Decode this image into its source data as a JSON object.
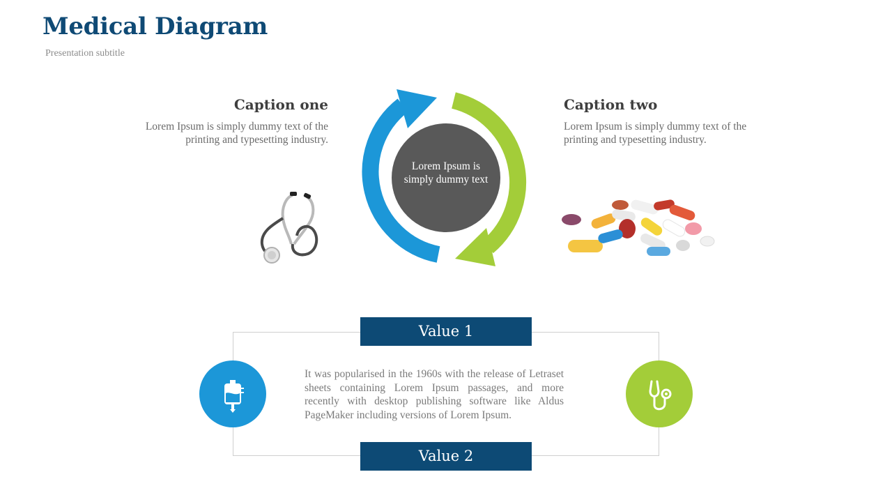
{
  "header": {
    "title": "Medical Diagram",
    "subtitle": "Presentation subtitle"
  },
  "diagram": {
    "center_text": "Lorem Ipsum is simply dummy text",
    "caption_one": {
      "title": "Caption one",
      "body": "Lorem Ipsum is simply dummy text of the printing and typesetting industry."
    },
    "caption_two": {
      "title": "Caption two",
      "body": "Lorem Ipsum is simply dummy text of the printing and typesetting industry."
    },
    "colors": {
      "blue": "#1c97d8",
      "green": "#a3cd39",
      "center": "#595959",
      "navy": "#0d4a75"
    },
    "images": [
      "stethoscope-image",
      "pills-image"
    ]
  },
  "values": {
    "value1_label": "Value 1",
    "value2_label": "Value 2",
    "body": "It was popularised in the 1960s with the release of Letraset sheets containing Lorem Ipsum passages, and more recently with desktop publishing software like Aldus PageMaker including versions of Lorem Ipsum.",
    "left_icon": "iv-bag-icon",
    "right_icon": "stethoscope-icon"
  }
}
